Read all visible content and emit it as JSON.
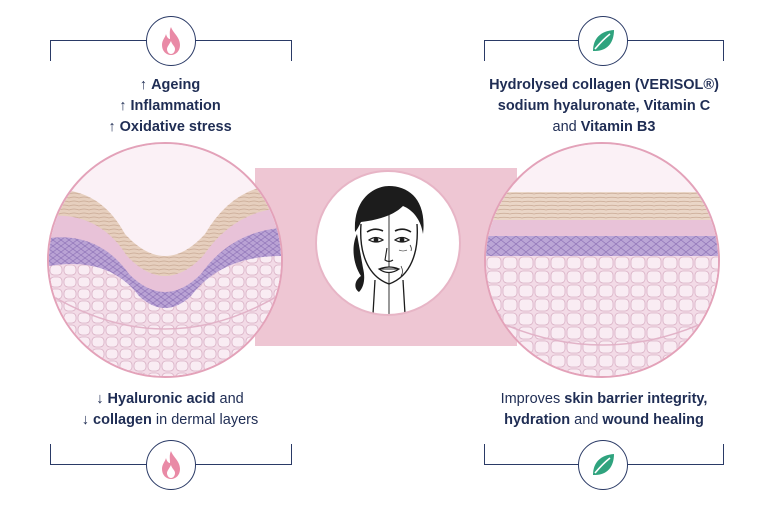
{
  "top_left": {
    "icon": "flame-icon",
    "lines": [
      {
        "prefix": "↑ ",
        "bold": "Ageing"
      },
      {
        "prefix": "↑ ",
        "bold": "Inflammation"
      },
      {
        "prefix": "↑ ",
        "bold": "Oxidative stress"
      }
    ]
  },
  "top_right": {
    "icon": "leaf-icon",
    "line1": "Hydrolysed collagen (VERISOL®)",
    "line2": "sodium hyaluronate, Vitamin C",
    "line3_plain": "and ",
    "line3_bold": "Vitamin B3"
  },
  "bottom_left": {
    "icon": "flame-icon",
    "l1_prefix": "↓ ",
    "l1_bold": "Hyaluronic acid",
    "l1_suffix": " and",
    "l2_prefix": "↓ ",
    "l2_bold": "collagen",
    "l2_suffix": " in dermal layers"
  },
  "bottom_right": {
    "icon": "leaf-icon",
    "l1_plain": "Improves ",
    "l1_bold": "skin barrier integrity,",
    "l2_bold1": "hydration",
    "l2_plain": " and ",
    "l2_bold2": "wound healing"
  },
  "colors": {
    "navy": "#1f2d54",
    "pink_band": "#eec6d3",
    "flame": "#e98aa6",
    "leaf": "#2fa37e"
  }
}
